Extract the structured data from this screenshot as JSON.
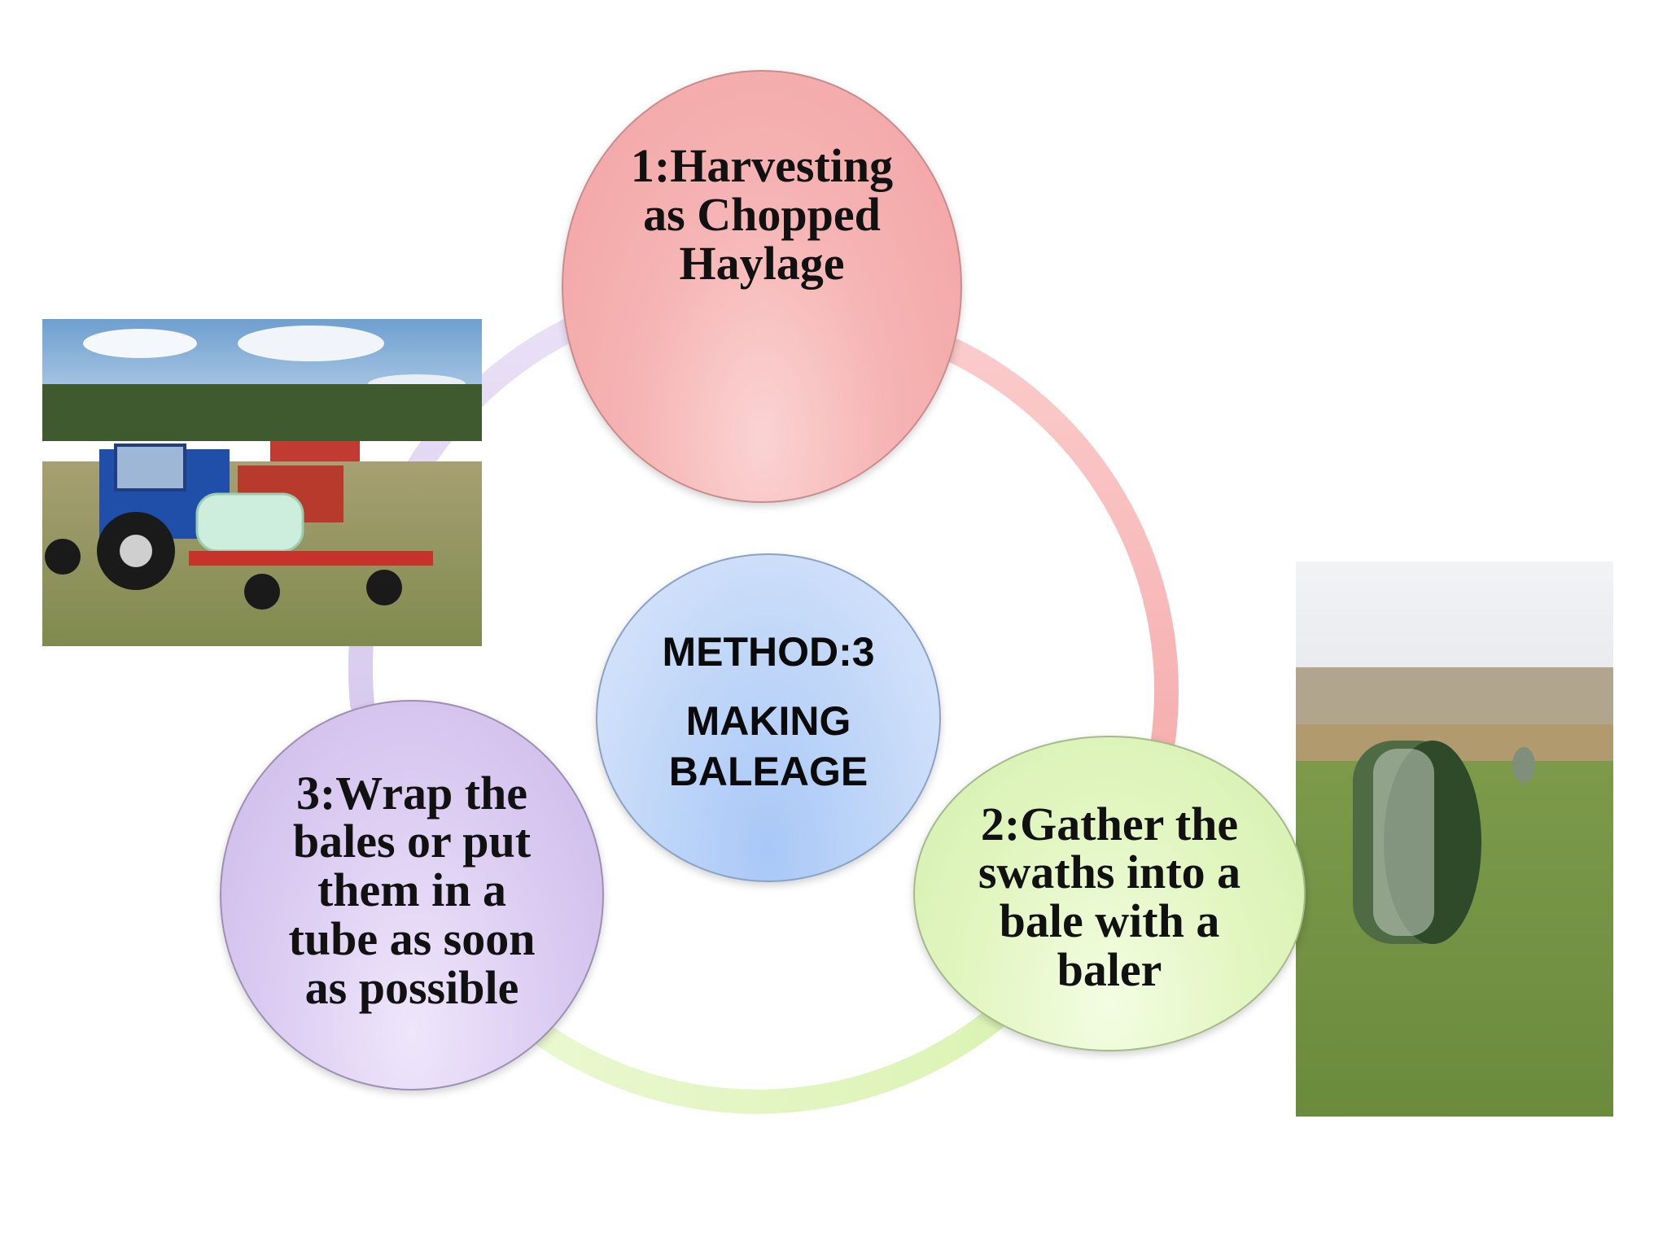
{
  "diagram": {
    "center": {
      "line1": "METHOD:3",
      "line2": "MAKING\nBALEAGE"
    },
    "steps": [
      {
        "label": "1:Harvesting\nas Chopped\nHaylage",
        "color": "#f4acac"
      },
      {
        "label": "2:Gather the\nswaths into a\nbale with a\nbaler",
        "color": "#dcf3b8"
      },
      {
        "label": "3:Wrap the\nbales or put\nthem in a\ntube as soon\nas possible",
        "color": "#d6c6ef"
      }
    ],
    "ring_colors": [
      "#f8b9b9",
      "#def6ba",
      "#d8ccee"
    ]
  },
  "images": [
    {
      "name": "tractor-baler-photo",
      "depicts": "blue tractor pulling bale wrapper in field"
    },
    {
      "name": "wrapped-bale-photo",
      "depicts": "wrapped round hay bale on grass field"
    }
  ]
}
